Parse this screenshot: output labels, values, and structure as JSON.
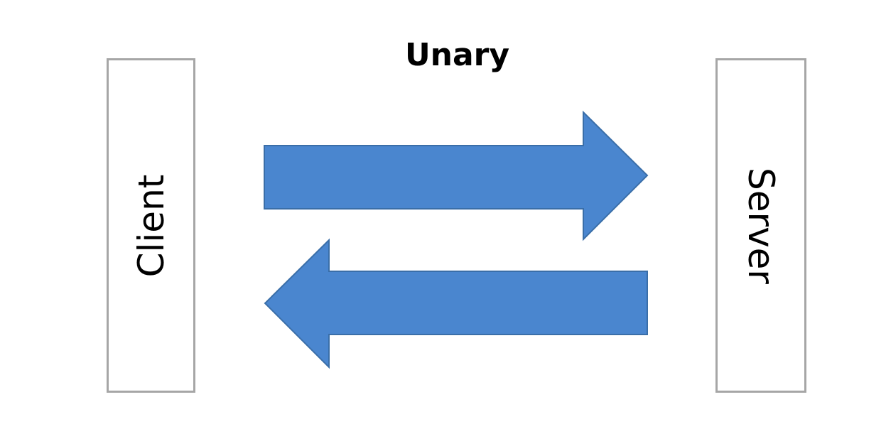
{
  "title": "Unary",
  "client": {
    "label": "Client"
  },
  "server": {
    "label": "Server"
  },
  "colors": {
    "arrow_fill": "#4a86cf",
    "arrow_stroke": "#3a6ea8",
    "box_border": "#a6a6a6"
  },
  "arrows": [
    {
      "name": "request-arrow",
      "direction": "right",
      "from": "client",
      "to": "server"
    },
    {
      "name": "response-arrow",
      "direction": "left",
      "from": "server",
      "to": "client"
    }
  ]
}
